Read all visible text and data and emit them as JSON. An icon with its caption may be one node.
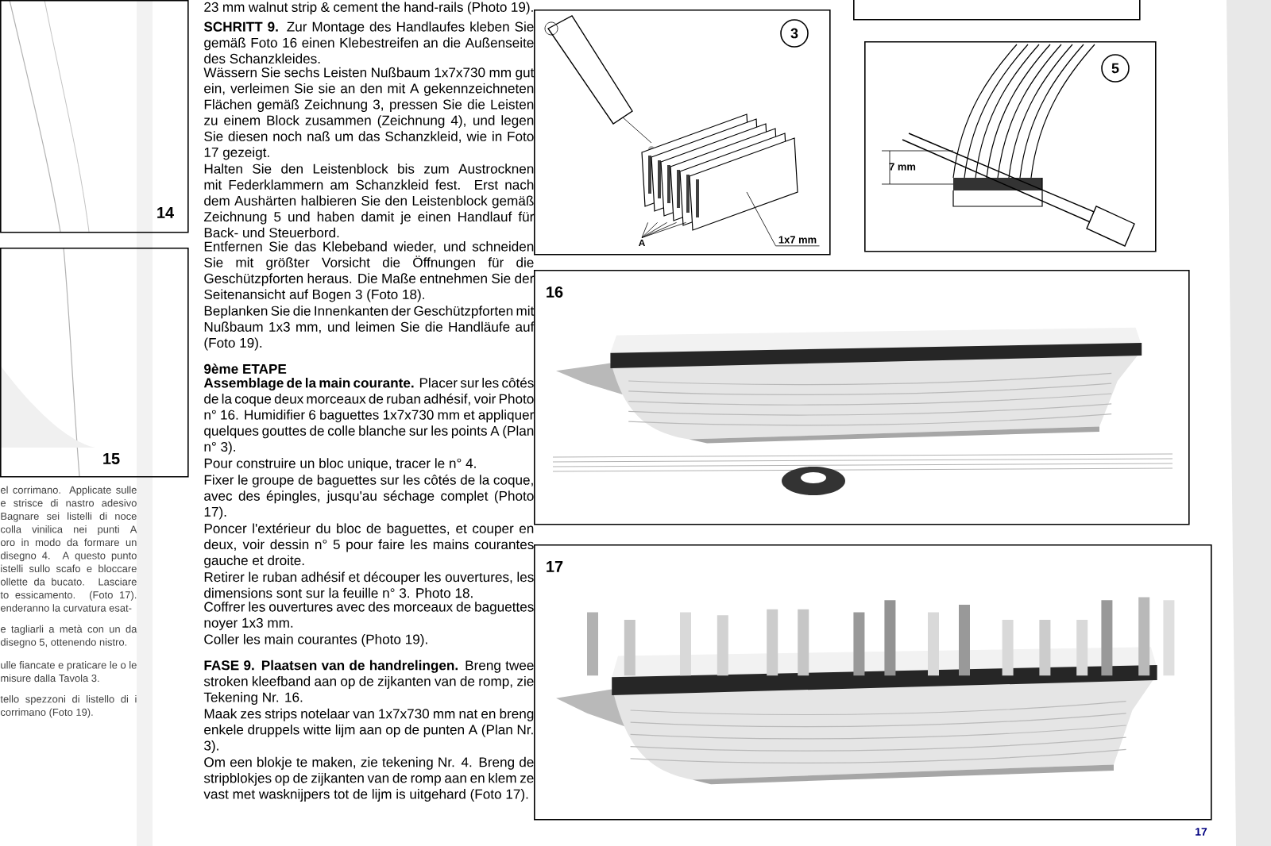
{
  "diagram": {
    "nodes": [
      {
        "text": [
          "14"
        ]
      },
      {
        "text": [
          "15"
        ]
      },
      {
        "text": [
          "3"
        ]
      },
      {
        "text": [
          "A"
        ],
        "in": 2
      },
      {
        "text": [
          "1x7 mm"
        ],
        "in": 2
      },
      {
        "text": [],
        "shape": "picture",
        "in": 2
      },
      {
        "text": [],
        "shape": "box"
      },
      {
        "text": [
          "5"
        ]
      },
      {
        "text": [
          "16"
        ]
      },
      {
        "text": [
          "17"
        ]
      }
    ],
    "edges": [
      {
        "from": 3,
        "to": 5,
        "arrow": "none"
      },
      {
        "from": 3,
        "to": 5,
        "arrow": "none"
      },
      {
        "from": 3,
        "to": 5,
        "arrow": "none"
      },
      {
        "from": 3,
        "to": 5,
        "arrow": "none"
      },
      {
        "from": 3,
        "to": 5,
        "arrow": "none"
      },
      {
        "from": 4,
        "to": 5,
        "arrow": "none"
      }
    ],
    "labels": [
      "el corrimano. Applicate sulle e strisce di nastro adesivo Bagnare sei listelli di noce colla vinilica nei punti A oro in modo da formare un disegno 4. A questo punto istelli sullo scafo e bloccare ollette da bucato. Lasciare to essicamento. (Foto 17). enderanno la curvatura esat-",
      "e tagliarli a metà con un da disegno 5, ottenendo nistro.",
      "ulle fiancate e praticare le o le misure dalla Tavola 3.",
      "tello spezzoni di listello di i corrimano (Foto 19).",
      "23 mm walnut strip & cement the hand-rails (Photo 19).",
      "**SCHRITT 9.** Zur Montage des Handlaufes kleben Sie gemäß Foto 16 einen Klebestreifen an die Außenseite des Schanzkleides.",
      "Wässern Sie sechs Leisten Nußbaum 1x7x730 mm gut ein, verleimen Sie sie an den mit A gekennzeichneten Flächen gemäß Zeichnung 3, pressen Sie die Leisten zu einem Block zusammen (Zeichnung 4), und legen Sie diesen noch naß um das Schanzkleid, wie in Foto 17 gezeigt.",
      "Halten Sie den Leistenblock bis zum Austrocknen mit Federklammern am Schanzkleid fest. Erst nach dem Aushärten halbieren Sie den Leistenblock gemäß Zeichnung 5 und haben damit je einen Handlauf für Back- und Steuerbord.",
      "Entfernen Sie das Klebeband wieder, und schneiden Sie mit größter Vorsicht die Öffnungen für die Geschützpforten heraus. Die Maße entnehmen Sie der Seitenansicht auf Bogen 3 (Foto 18).",
      "Beplanken Sie die Innenkanten der Geschützpforten mit Nußbaum 1x3 mm, und leimen Sie die Handläufe auf (Foto 19).",
      "9ème ETAPE",
      "**Assemblage de la main courante.** Placer sur les côtés de la coque deux morceaux de ruban adhésif, voir Photo n° 16. Humidifier 6 baguettes 1x7x730 mm et appliquer quelques gouttes de colle blanche sur les points A (Plan n° 3).",
      "Pour construire un bloc unique, tracer le n° 4.",
      "Fixer le groupe de baguettes sur les côtés de la coque, avec des épingles, jusqu'au séchage complet (Photo 17).",
      "Poncer l'extérieur du bloc de baguettes, et couper en deux, voir dessin n° 5 pour faire les mains courantes gauche et droite.",
      "Retirer le ruban adhésif et découper les ouvertures, les dimensions sont sur la feuille n° 3. Photo 18.",
      "Coffrer les ouvertures avec des morceaux de baguettes noyer 1x3 mm.",
      "Coller les main courantes (Photo 19).",
      "**FASE 9. Plaatsen van de handrelingen.** Breng twee stroken kleefband aan op de zijkanten van de romp, zie Tekening Nr. 16.",
      "Maak zes strips notelaar van 1x7x730 mm nat en breng enkele druppels witte lijm aan op de punten A (Plan Nr. 3).",
      "Om een blokje te maken, zie tekening Nr. 4. Breng de stripblokjes op de zijkanten van de romp aan en klem ze vast met wasknijpers tot de lijm is uitgehard (Foto 17).",
      "7 mm",
      "17"
    ]
  }
}
